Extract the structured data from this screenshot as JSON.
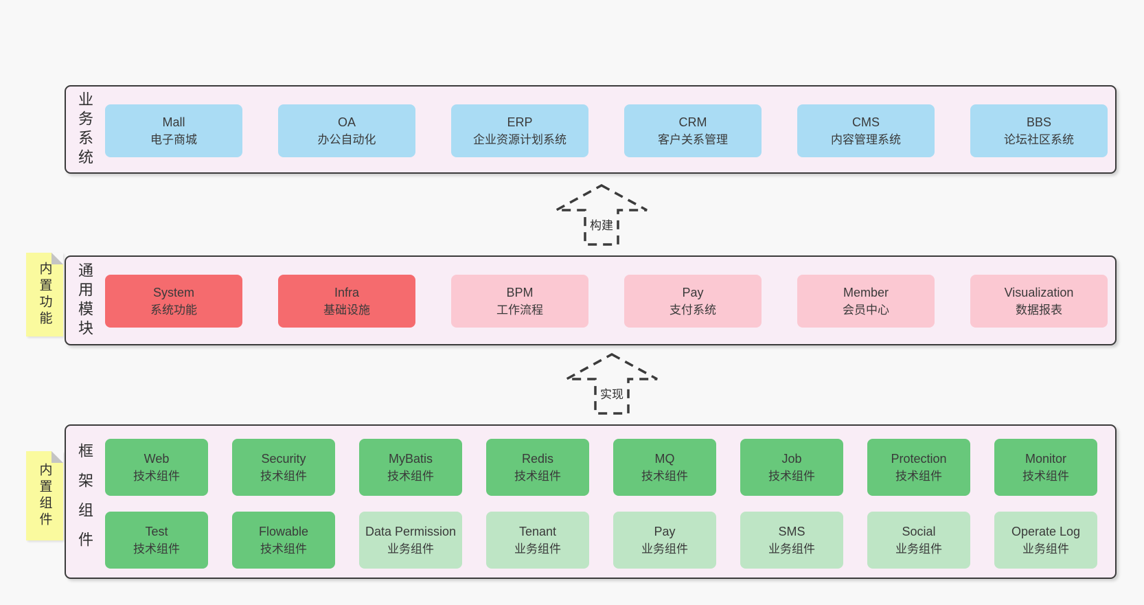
{
  "colors": {
    "page_bg": "#f8f8f8",
    "panel_bg": "#f9edf6",
    "panel_border": "#3b3b3b",
    "blue": "#aadcf4",
    "red": "#f56b6e",
    "pink": "#fbc8d2",
    "green_dark": "#68c87b",
    "green_light": "#bee5c5",
    "yellow_note": "#fafa9e",
    "text": "#3a3a3a"
  },
  "panels": {
    "business": {
      "side_label": "业务系统",
      "items": [
        {
          "name": "Mall",
          "sub": "电子商城"
        },
        {
          "name": "OA",
          "sub": "办公自动化"
        },
        {
          "name": "ERP",
          "sub": "企业资源计划系统"
        },
        {
          "name": "CRM",
          "sub": "客户关系管理"
        },
        {
          "name": "CMS",
          "sub": "内容管理系统"
        },
        {
          "name": "BBS",
          "sub": "论坛社区系统"
        }
      ]
    },
    "modules": {
      "side_label": "通用模块",
      "note": "内置功能",
      "items": [
        {
          "name": "System",
          "sub": "系统功能"
        },
        {
          "name": "Infra",
          "sub": "基础设施"
        },
        {
          "name": "BPM",
          "sub": "工作流程"
        },
        {
          "name": "Pay",
          "sub": "支付系统"
        },
        {
          "name": "Member",
          "sub": "会员中心"
        },
        {
          "name": "Visualization",
          "sub": "数据报表"
        }
      ]
    },
    "framework": {
      "side_label": "框架组件",
      "note": "内置组件",
      "row1": [
        {
          "name": "Web",
          "sub": "技术组件"
        },
        {
          "name": "Security",
          "sub": "技术组件"
        },
        {
          "name": "MyBatis",
          "sub": "技术组件"
        },
        {
          "name": "Redis",
          "sub": "技术组件"
        },
        {
          "name": "MQ",
          "sub": "技术组件"
        },
        {
          "name": "Job",
          "sub": "技术组件"
        },
        {
          "name": "Protection",
          "sub": "技术组件"
        },
        {
          "name": "Monitor",
          "sub": "技术组件"
        }
      ],
      "row2": [
        {
          "name": "Test",
          "sub": "技术组件"
        },
        {
          "name": "Flowable",
          "sub": "技术组件"
        },
        {
          "name": "Data Permission",
          "sub": "业务组件"
        },
        {
          "name": "Tenant",
          "sub": "业务组件"
        },
        {
          "name": "Pay",
          "sub": "业务组件"
        },
        {
          "name": "SMS",
          "sub": "业务组件"
        },
        {
          "name": "Social",
          "sub": "业务组件"
        },
        {
          "name": "Operate Log",
          "sub": "业务组件"
        }
      ]
    }
  },
  "arrows": [
    {
      "label": "构建"
    },
    {
      "label": "实现"
    }
  ]
}
